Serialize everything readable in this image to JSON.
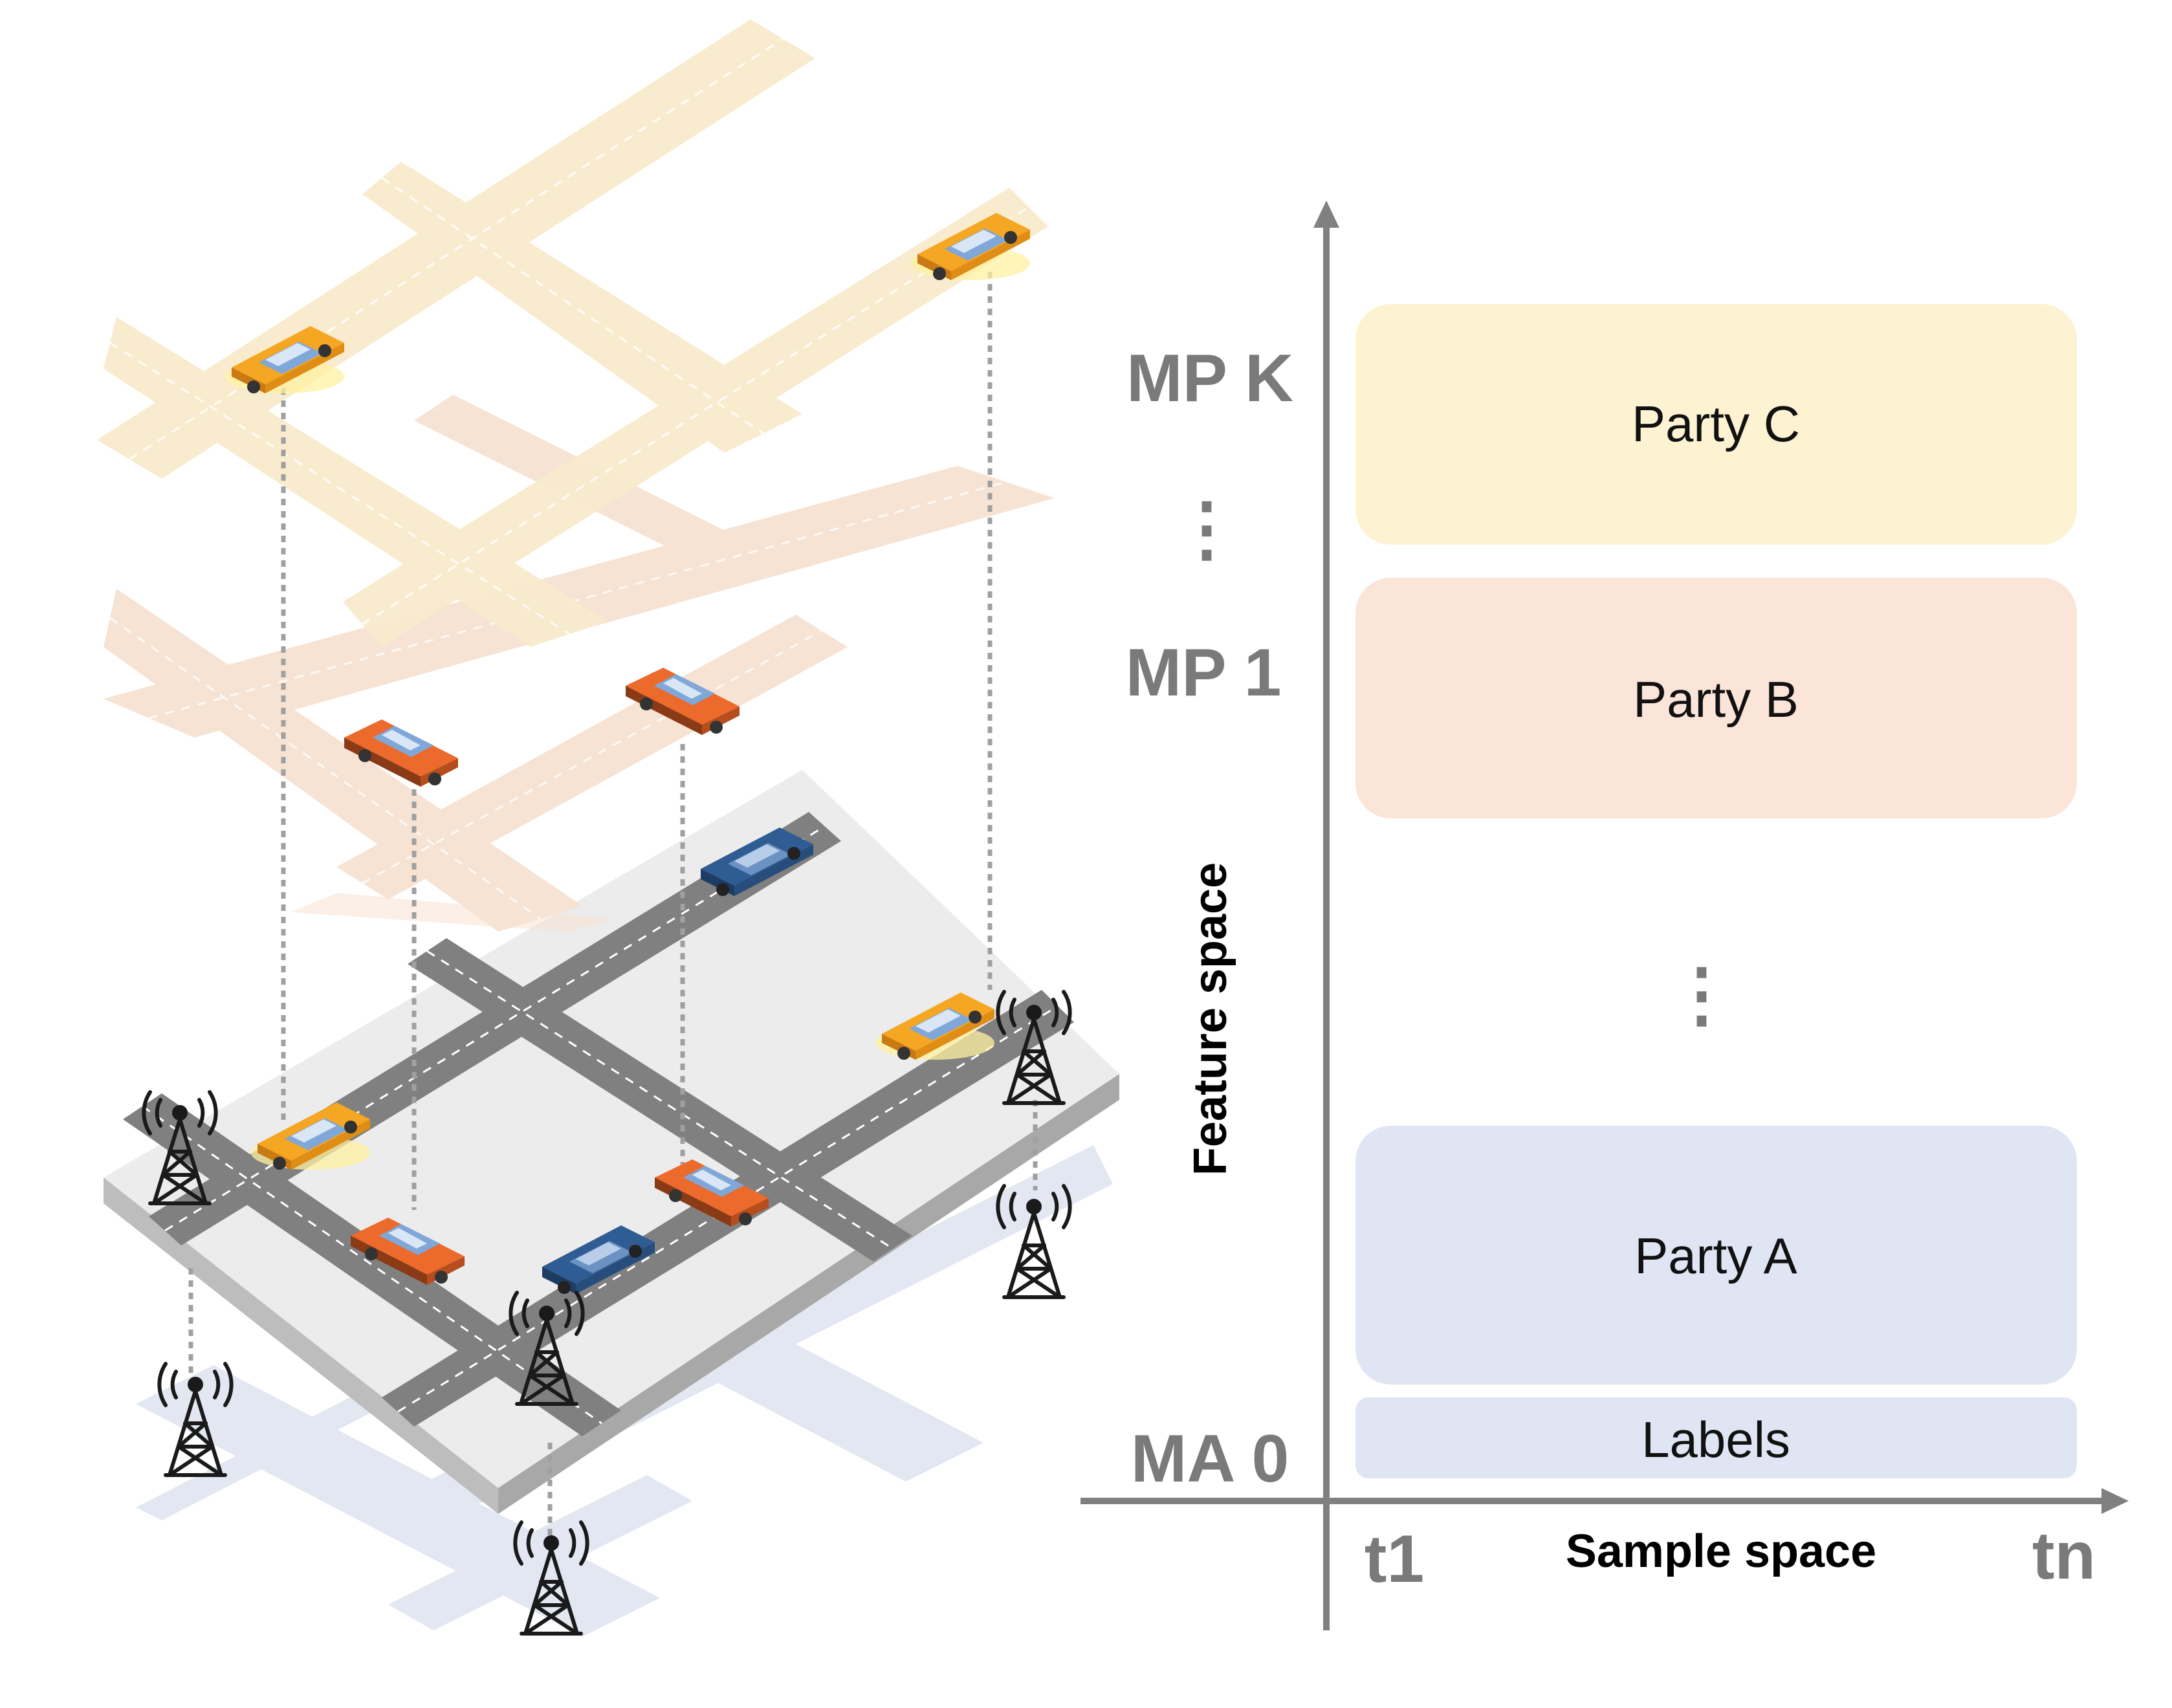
{
  "diagram": {
    "y_axis_title": "Feature space",
    "x_axis_title": "Sample space",
    "x_tick_start": "t1",
    "x_tick_end": "tn",
    "row_labels": {
      "top": "MP K",
      "middle": "MP 1",
      "bottom": "MA 0",
      "ellipsis": "⋮"
    },
    "parties": [
      {
        "label": "Party C",
        "fill": "#fdf3d2"
      },
      {
        "label": "Party B",
        "fill": "#fbe4d8"
      },
      {
        "label": "Party A",
        "fill": "#dfe5f3"
      },
      {
        "label": "Labels",
        "fill": "#dfe5f3"
      }
    ],
    "colors": {
      "layer_top": "#f9ebcc",
      "layer_mid": "#f6e1d0",
      "layer_bottom": "#dde3f0",
      "road_dark": "#808080",
      "platform": "#ececec",
      "car_yellow": "#f5a623",
      "car_orange": "#ec6a2c",
      "car_blue": "#2f5d93",
      "axis": "#808080"
    },
    "icons": [
      "car-yellow-icon",
      "car-orange-icon",
      "car-blue-icon",
      "antenna-tower-icon"
    ]
  }
}
